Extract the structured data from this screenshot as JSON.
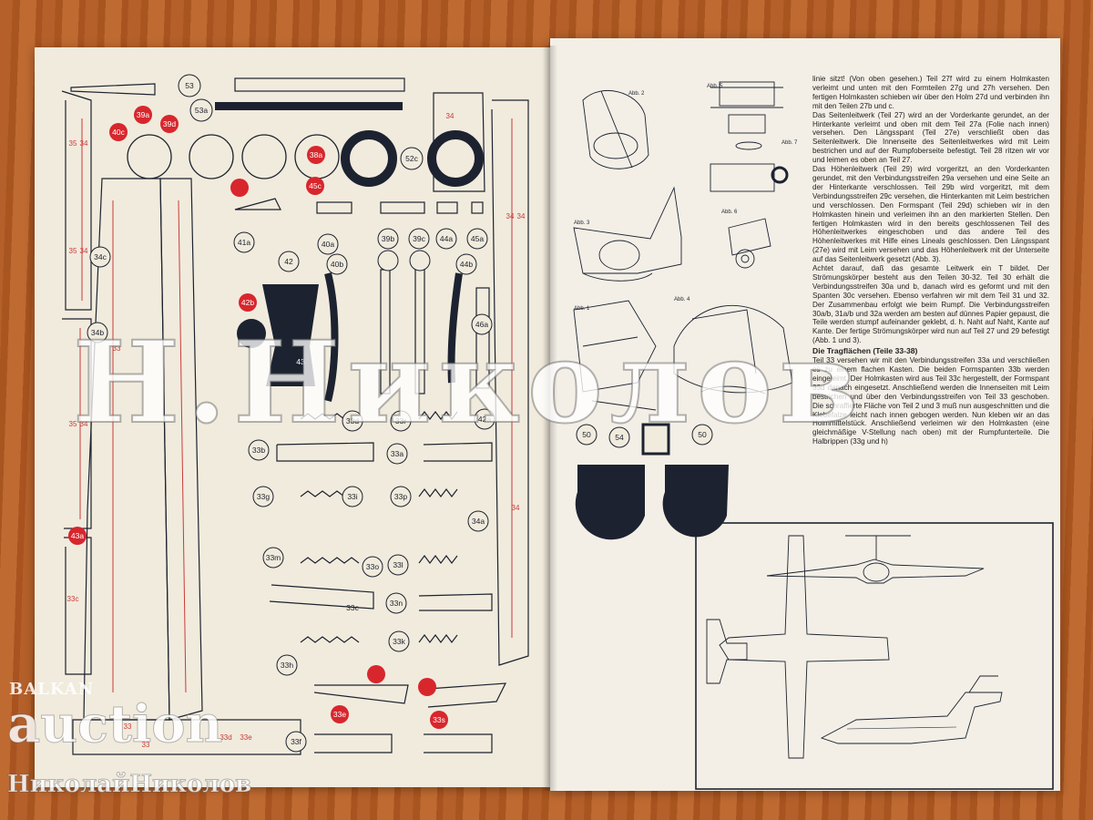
{
  "left_page": {
    "part_labels": [
      "53",
      "53a",
      "39a",
      "39d",
      "40c",
      "38a",
      "45c",
      "52c",
      "41a",
      "40a",
      "39b",
      "39c",
      "44a",
      "45a",
      "42",
      "40b",
      "44b",
      "46a",
      "42b",
      "43",
      "42a",
      "33d",
      "33b",
      "33a",
      "33r",
      "33f",
      "33g",
      "33c",
      "33i",
      "33p",
      "33m",
      "33o",
      "33l",
      "33n",
      "33k",
      "33h",
      "33e",
      "33s",
      "34c",
      "34b",
      "34a",
      "43a",
      "50",
      "54",
      "50"
    ],
    "scale_marks": [
      "35",
      "34",
      "35",
      "34",
      "35",
      "34",
      "34",
      "33",
      "34",
      "34",
      "33",
      "34",
      "33c",
      "33",
      "33d",
      "33e"
    ]
  },
  "right_page": {
    "figure_labels": [
      "Abb. 1",
      "Abb. 2",
      "Abb. 3",
      "Abb. 4",
      "Abb. 5",
      "Abb. 6",
      "Abb. 7"
    ],
    "paragraphs": [
      "linie sitzt! (Von oben gesehen.) Teil 27f wird zu einem Holmkasten verleimt und unten mit den Formteilen 27g und 27h versehen. Den fertigen Holmkasten schieben wir über den Holm 27d und verbinden ihn mit den Teilen 27b und c.",
      "Das Seitenleitwerk (Teil 27) wird an der Vorderkante gerundet, an der Hinterkante verleimt und oben mit dem Teil 27a (Folie nach innen) versehen. Den Längsspant (Teil 27e) verschließt oben das Seitenleitwerk. Die Innenseite des Seitenleitwerkes wird mit Leim bestrichen und auf der Rumpfoberseite befestigt. Teil 28 ritzen wir vor und leimen es oben an Teil 27.",
      "Das Höhenleitwerk (Teil 29) wird vorgeritzt, an den Vorderkanten gerundet, mit den Verbindungsstreifen 29a versehen und eine Seite an der Hinterkante verschlossen. Teil 29b wird vorgeritzt, mit dem Verbindungsstreifen 29c versehen, die Hinterkanten mit Leim bestrichen und verschlossen. Den Formspant (Teil 29d) schieben wir in den Holmkasten hinein und verleimen ihn an den markierten Stellen. Den fertigen Holmkasten wird in den bereits geschlossenen Teil des Höhenleitwerkes eingeschoben und das andere Teil des Höhenleitwerkes mit Hilfe eines Lineals geschlossen. Den Längsspant (27e) wird mit Leim versehen und das Höhenleitwerk mit der Unterseite auf das Seitenleitwerk gesetzt (Abb. 3).",
      "Achtet darauf, daß das gesamte Leitwerk ein T bildet. Der Strömungskörper besteht aus den Teilen 30-32. Teil 30 erhält die Verbindungsstreifen 30a und b, danach wird es geformt und mit den Spanten 30c versehen. Ebenso verfahren wir mit dem Teil 31 und 32. Der Zusammenbau erfolgt wie beim Rumpf. Die Verbindungsstreifen 30a/b, 31a/b und 32a werden am besten auf dünnes Papier gepaust, die Teile werden stumpf aufeinander geklebt, d. h. Naht auf Naht, Kante auf Kante. Der fertige Strömungskörper wird nun auf Teil 27 und 29 befestigt (Abb. 1 und 3)."
    ],
    "section_heading": "Die Tragflächen (Teile 33-38)",
    "paragraphs_2": [
      "Teil 33 versehen wir mit den Verbindungsstreifen 33a und verschließen es zu einem flachen Kasten. Die beiden Formspanten 33b werden eingeleimt. Der Holmkasten wird aus Teil 33c hergestellt, der Formspant 33d danach eingesetzt. Anschließend werden die Innenseiten mit Leim bestrichen und über den Verbindungsstreifen von Teil 33 geschoben. Die schraffierte Fläche von Teil 2 und 3 muß nun ausgeschnitten und die Klebefalze leicht nach innen gebogen werden. Nun kleben wir an das Holmmittelstück. Anschließend verleimen wir den Holmkasten (eine gleichmäßige V-Stellung nach oben) mit der Rumpfunterteile. Die Halbrippen (33g und h)"
    ]
  },
  "watermark": {
    "main": "Н.Николов",
    "brand_top": "BALKAN",
    "brand_mid": "auction",
    "brand_bottom": "НиколайНиколов"
  },
  "colors": {
    "paper": "#f1ebdd",
    "ink": "#1c2230",
    "red_dot": "#d8262d",
    "red_line": "#c93a3a",
    "wood": "#b5602a"
  }
}
